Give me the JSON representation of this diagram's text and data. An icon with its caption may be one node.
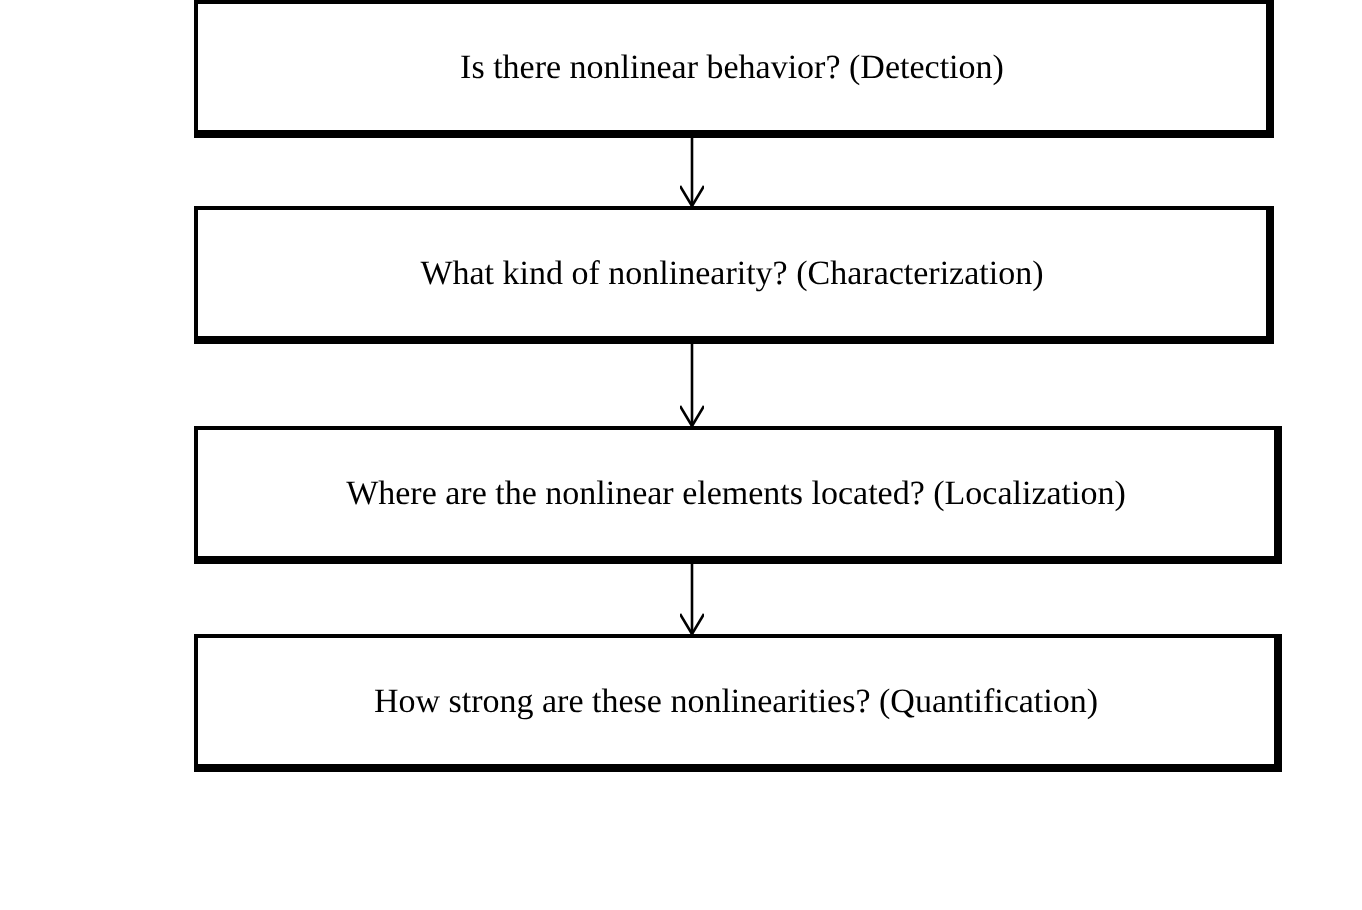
{
  "diagram": {
    "nodes": [
      {
        "text": [
          "Is there nonlinear behavior? (Detection)"
        ]
      },
      {
        "text": [
          "What kind of nonlinearity? (Characterization)"
        ]
      },
      {
        "text": [
          "Where are the nonlinear elements located? (Localization)"
        ]
      },
      {
        "text": [
          "How strong are these nonlinearities? (Quantification)"
        ]
      }
    ],
    "edges": [
      {
        "from": 0,
        "to": 1,
        "arrow": "to"
      },
      {
        "from": 1,
        "to": 2,
        "arrow": "to"
      },
      {
        "from": 2,
        "to": 3,
        "arrow": "to"
      }
    ]
  }
}
